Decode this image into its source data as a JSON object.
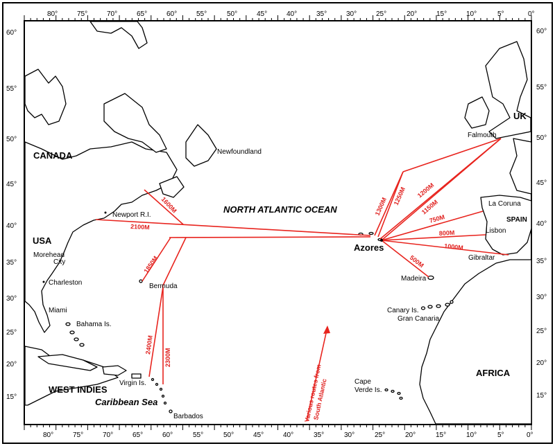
{
  "map": {
    "ocean_label": "NORTH ATLANTIC OCEAN",
    "sea_label": "Caribbean Sea",
    "route_color": "#e8241e",
    "land_color": "#ffffff",
    "ink_color": "#000000",
    "longitude_ticks": [
      "80°",
      "75°",
      "70°",
      "65°",
      "60°",
      "55°",
      "50°",
      "45°",
      "40°",
      "35°",
      "30°",
      "25°",
      "20°",
      "15°",
      "10°",
      "5°",
      "0°"
    ],
    "latitude_ticks": [
      "60°",
      "55°",
      "50°",
      "45°",
      "40°",
      "35°",
      "30°",
      "25°",
      "20°",
      "15°"
    ],
    "regions": {
      "canada": "CANADA",
      "usa": "USA",
      "uk": "UK",
      "spain": "SPAIN",
      "africa": "AFRICA",
      "west_indies": "WEST INDIES"
    },
    "places": {
      "newfoundland": "Newfoundland",
      "newport": "Newport R.I.",
      "morehead": "Morehead",
      "morehead_city": "City",
      "charleston": "Charleston",
      "miami": "Miami",
      "bahama": "Bahama Is.",
      "bermuda": "Bermuda",
      "virgin": "Virgin Is.",
      "barbados": "Barbados",
      "azores": "Azores",
      "madeira": "Madeira",
      "canary": "Canary Is.",
      "gran_canaria": "Gran Canaria",
      "cape_verde": "Cape",
      "cape_verde_2": "Verde Is.",
      "falmouth": "Falmouth",
      "la_coruna": "La Coruna",
      "lisbon": "Lisbon",
      "gibraltar": "Gibraltar"
    },
    "distances": {
      "d1600": "1600M",
      "d2100": "2100M",
      "d1850": "1850M",
      "d2400": "2400M",
      "d2300": "2300M",
      "d1300": "1300M",
      "d1250": "1250M",
      "d1200": "1200M",
      "d1150": "1150M",
      "d750": "750M",
      "d800": "800M",
      "d1000": "1000M",
      "d500": "500M"
    },
    "south_atlantic_note_1": "Various routes from",
    "south_atlantic_note_2": "South Atlantic"
  }
}
